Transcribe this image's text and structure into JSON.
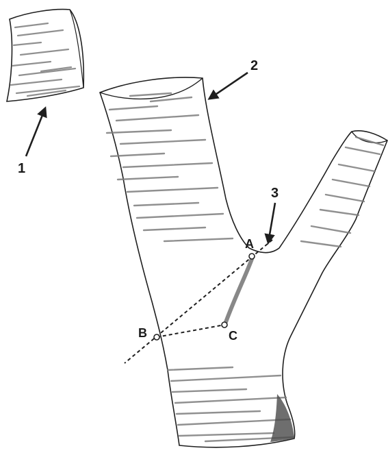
{
  "diagram": {
    "ink_color": "#1f1f1f",
    "bark_shade_color": "#7d7d7d",
    "dark_shade_color": "#4a4a4a",
    "background_color": "#ffffff",
    "callouts": {
      "one": "1",
      "two": "2",
      "three": "3"
    },
    "points": {
      "a": "A",
      "b": "B",
      "c": "C"
    }
  }
}
